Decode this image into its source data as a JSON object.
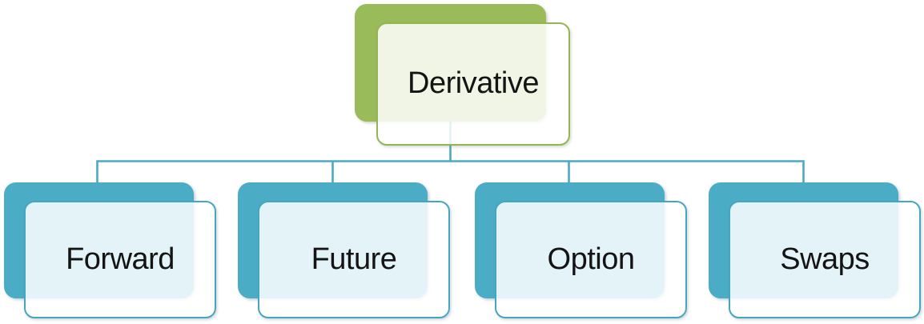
{
  "diagram": {
    "type": "hierarchy",
    "root": {
      "label": "Derivative"
    },
    "children": [
      {
        "label": "Forward"
      },
      {
        "label": "Future"
      },
      {
        "label": "Option"
      },
      {
        "label": "Swaps"
      }
    ]
  },
  "colors": {
    "root_accent": "#9ABB59",
    "root_overlap_tint": "#F1F5E7",
    "child_accent": "#4BACC6",
    "child_overlap_tint": "#EBF3F7",
    "connector": "#4BA9C3",
    "text": "#141414",
    "background": "#FFFFFF"
  }
}
